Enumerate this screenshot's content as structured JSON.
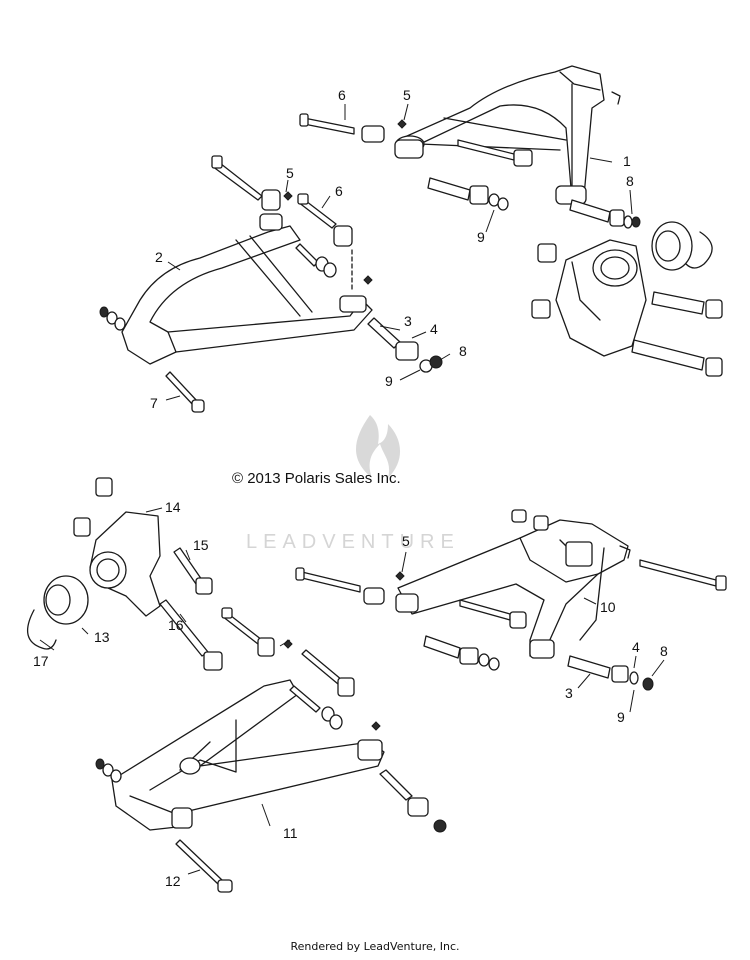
{
  "copyright": "© 2013 Polaris Sales Inc.",
  "footer": "Rendered by LeadVenture, Inc.",
  "watermark": {
    "text": "LEADVENTURE"
  },
  "callouts": [
    {
      "id": "c1",
      "label": "1"
    },
    {
      "id": "c2",
      "label": "2"
    },
    {
      "id": "c3a",
      "label": "3"
    },
    {
      "id": "c3b",
      "label": "3"
    },
    {
      "id": "c4a",
      "label": "4"
    },
    {
      "id": "c4b",
      "label": "4"
    },
    {
      "id": "c5a",
      "label": "5"
    },
    {
      "id": "c5b",
      "label": "5"
    },
    {
      "id": "c5c",
      "label": "5"
    },
    {
      "id": "c6a",
      "label": "6"
    },
    {
      "id": "c6b",
      "label": "6"
    },
    {
      "id": "c7",
      "label": "7"
    },
    {
      "id": "c8a",
      "label": "8"
    },
    {
      "id": "c8b",
      "label": "8"
    },
    {
      "id": "c8c",
      "label": "8"
    },
    {
      "id": "c9a",
      "label": "9"
    },
    {
      "id": "c9b",
      "label": "9"
    },
    {
      "id": "c9c",
      "label": "9"
    },
    {
      "id": "c10",
      "label": "10"
    },
    {
      "id": "c11",
      "label": "11"
    },
    {
      "id": "c12",
      "label": "12"
    },
    {
      "id": "c13",
      "label": "13"
    },
    {
      "id": "c14",
      "label": "14"
    },
    {
      "id": "c15",
      "label": "15"
    },
    {
      "id": "c16",
      "label": "16"
    },
    {
      "id": "c17",
      "label": "17"
    }
  ]
}
